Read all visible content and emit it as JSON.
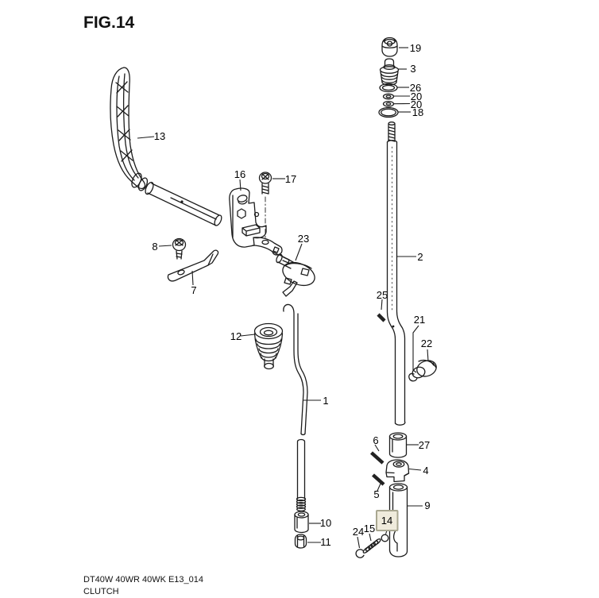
{
  "figure": {
    "title": "FIG.14"
  },
  "footer": {
    "model_line": "DT40W 40WR 40WK E13_014",
    "caption": "CLUTCH"
  },
  "highlight": {
    "part": "14",
    "fill": "#EFEBDC",
    "border": "#A9A791"
  },
  "colors": {
    "line": "#1c1c1c",
    "background": "#ffffff"
  },
  "callouts": {
    "c1": "1",
    "c2": "2",
    "c3": "3",
    "c4": "4",
    "c5": "5",
    "c6": "6",
    "c7": "7",
    "c8": "8",
    "c9": "9",
    "c10": "10",
    "c11": "11",
    "c12": "12",
    "c13": "13",
    "c14": "14",
    "c15": "15",
    "c16": "16",
    "c17": "17",
    "c18": "18",
    "c19": "19",
    "c20a": "20",
    "c20b": "20",
    "c21": "21",
    "c22": "22",
    "c23": "23",
    "c24": "24",
    "c25": "25",
    "c26": "26",
    "c27": "27"
  }
}
